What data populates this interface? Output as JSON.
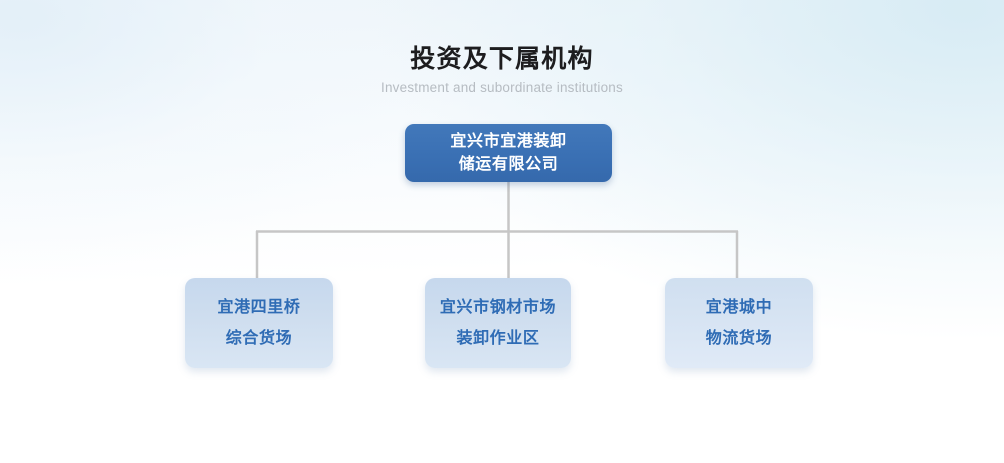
{
  "header": {
    "title": "投资及下属机构",
    "subtitle": "Investment and subordinate institutions"
  },
  "colors": {
    "root_fill": "#3a70b4",
    "root_text": "#ffffff",
    "child_fill": "#cfdeef",
    "child_text": "#2f6cb5",
    "connector": "#c6c6c6",
    "title_text": "#1d1d1f",
    "subtitle_text": "#b6bcc2",
    "background_top": "#eef5fa",
    "background_bottom": "#ffffff"
  },
  "chart_data": {
    "type": "org-chart",
    "title": "投资及下属机构",
    "subtitle": "Investment and subordinate institutions",
    "root": {
      "id": "root",
      "lines": [
        "宜兴市宜港装卸",
        "储运有限公司"
      ],
      "full_text": "宜兴市宜港装卸储运有限公司"
    },
    "children": [
      {
        "id": "child-1",
        "lines": [
          "宜港四里桥",
          "综合货场"
        ],
        "full_text": "宜港四里桥综合货场"
      },
      {
        "id": "child-2",
        "lines": [
          "宜兴市钢材市场",
          "装卸作业区"
        ],
        "full_text": "宜兴市钢材市场装卸作业区"
      },
      {
        "id": "child-3",
        "lines": [
          "宜港城中",
          "物流货场"
        ],
        "full_text": "宜港城中物流货场"
      }
    ],
    "connector_style": "orthogonal-elbow",
    "levels": 2
  }
}
